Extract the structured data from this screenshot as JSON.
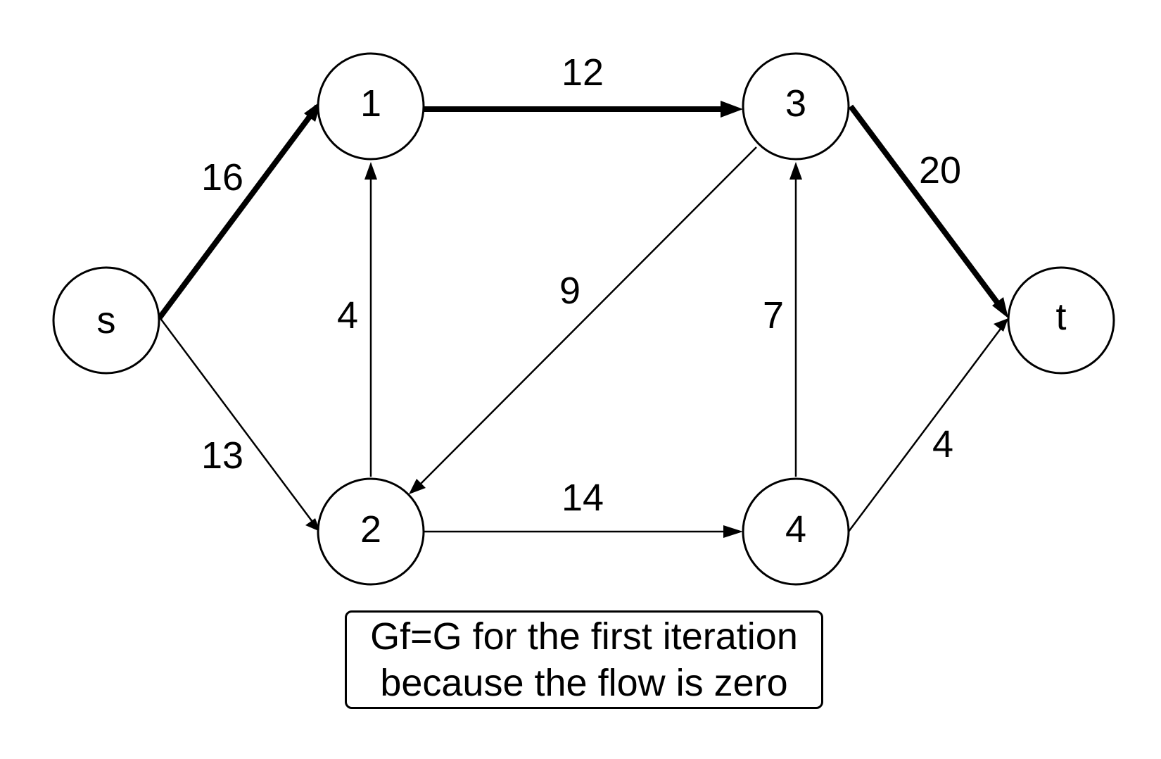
{
  "nodes": [
    {
      "id": "s",
      "label": "s"
    },
    {
      "id": "n1",
      "label": "1"
    },
    {
      "id": "n2",
      "label": "2"
    },
    {
      "id": "n3",
      "label": "3"
    },
    {
      "id": "n4",
      "label": "4"
    },
    {
      "id": "t",
      "label": "t"
    }
  ],
  "edges": [
    {
      "from": "s",
      "to": "n1",
      "capacity": "16",
      "highlighted": true
    },
    {
      "from": "s",
      "to": "n2",
      "capacity": "13",
      "highlighted": false
    },
    {
      "from": "n2",
      "to": "n1",
      "capacity": "4",
      "highlighted": false
    },
    {
      "from": "n1",
      "to": "n3",
      "capacity": "12",
      "highlighted": true
    },
    {
      "from": "n3",
      "to": "n2",
      "capacity": "9",
      "highlighted": false
    },
    {
      "from": "n2",
      "to": "n4",
      "capacity": "14",
      "highlighted": false
    },
    {
      "from": "n4",
      "to": "n3",
      "capacity": "7",
      "highlighted": false
    },
    {
      "from": "n3",
      "to": "t",
      "capacity": "20",
      "highlighted": true
    },
    {
      "from": "n4",
      "to": "t",
      "capacity": "4",
      "highlighted": false
    }
  ],
  "note": {
    "line1": "Gf=G for the first iteration",
    "line2": "because the flow is zero"
  },
  "colors": {
    "stroke": "#000000",
    "background": "#ffffff"
  }
}
